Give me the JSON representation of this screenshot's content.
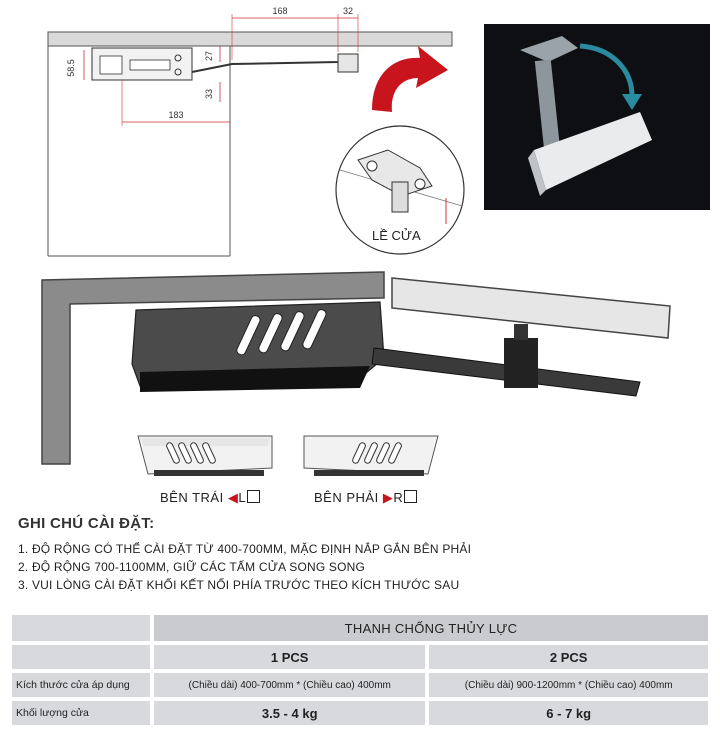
{
  "diagram": {
    "dim_168": "168",
    "dim_32": "32",
    "dim_58_5": "58.5",
    "dim_27": "27",
    "dim_33": "33",
    "dim_183": "183",
    "hinge_label": "LỀ CỬA",
    "arrow_color": "#c8141c"
  },
  "sides": {
    "left_label": "BÊN TRÁI",
    "left_code": "L",
    "right_label": "BÊN PHẢI",
    "right_code": "R"
  },
  "notes": {
    "title": "GHI CHÚ CÀI ĐẶT:",
    "items": [
      "1. ĐỘ RỘNG CÓ THỂ CÀI ĐẶT TỪ 400-700MM, MẶC ĐỊNH NẮP GẮN BÊN PHẢI",
      "2. ĐỘ RỘNG 700-1100MM, GIỮ CÁC TẤM CỬA SONG SONG",
      "3. VUI LÒNG CÀI ĐẶT KHỐI KẾT NỐI PHÍA TRƯỚC THEO KÍCH THƯỚC SAU"
    ]
  },
  "table": {
    "title": "THANH CHỐNG THỦY LỰC",
    "col1": "1 PCS",
    "col2": "2 PCS",
    "row_size_label": "Kích thước cửa áp dụng",
    "row_size_1": "(Chiều dài) 400-700mm * (Chiều cao) 400mm",
    "row_size_2": "(Chiều dài) 900-1200mm * (Chiều cao) 400mm",
    "row_weight_label": "Khối lượng cửa",
    "row_weight_1": "3.5 - 4 kg",
    "row_weight_2": "6 - 7 kg"
  }
}
